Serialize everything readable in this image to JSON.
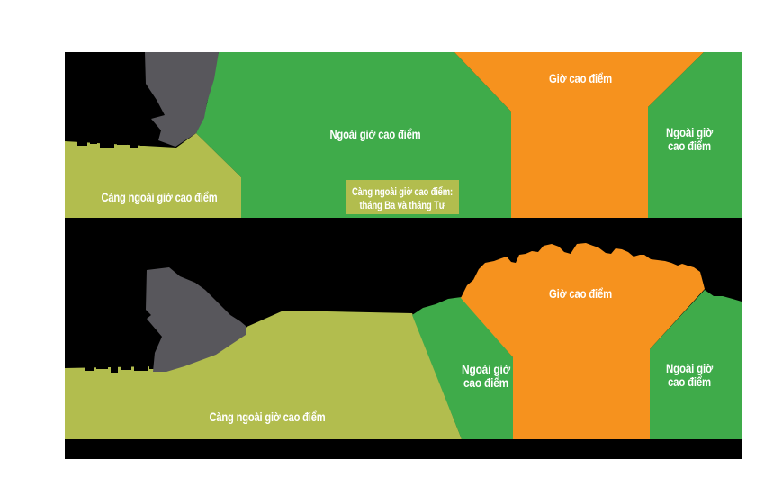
{
  "palette": {
    "peak_orange": "#F6921E",
    "offpeak_green": "#3FAB4A",
    "super_offpeak_olive": "#B2BD4E",
    "pointer_gray": "#58575C",
    "redacted_black": "#000000",
    "label_white": "#FFFFFF",
    "page_background": "#FFFFFF"
  },
  "band1": {
    "super_offpeak_label": "Càng ngoài giờ cao điểm",
    "offpeak_left_label": "Ngoài giờ cao điểm",
    "peak_label": "Giờ cao điểm",
    "offpeak_right_line1": "Ngoài giờ",
    "offpeak_right_line2": "cao điểm",
    "note_line1": "Càng ngoài giờ cao điểm:",
    "note_line2": "tháng Ba và tháng Tư"
  },
  "band2": {
    "super_offpeak_label": "Càng ngoài giờ cao điểm",
    "offpeak_left_line1": "Ngoài giờ",
    "offpeak_left_line2": "cao điểm",
    "peak_label": "Giờ cao điểm",
    "offpeak_right_line1": "Ngoài giờ",
    "offpeak_right_line2": "cao điểm"
  }
}
